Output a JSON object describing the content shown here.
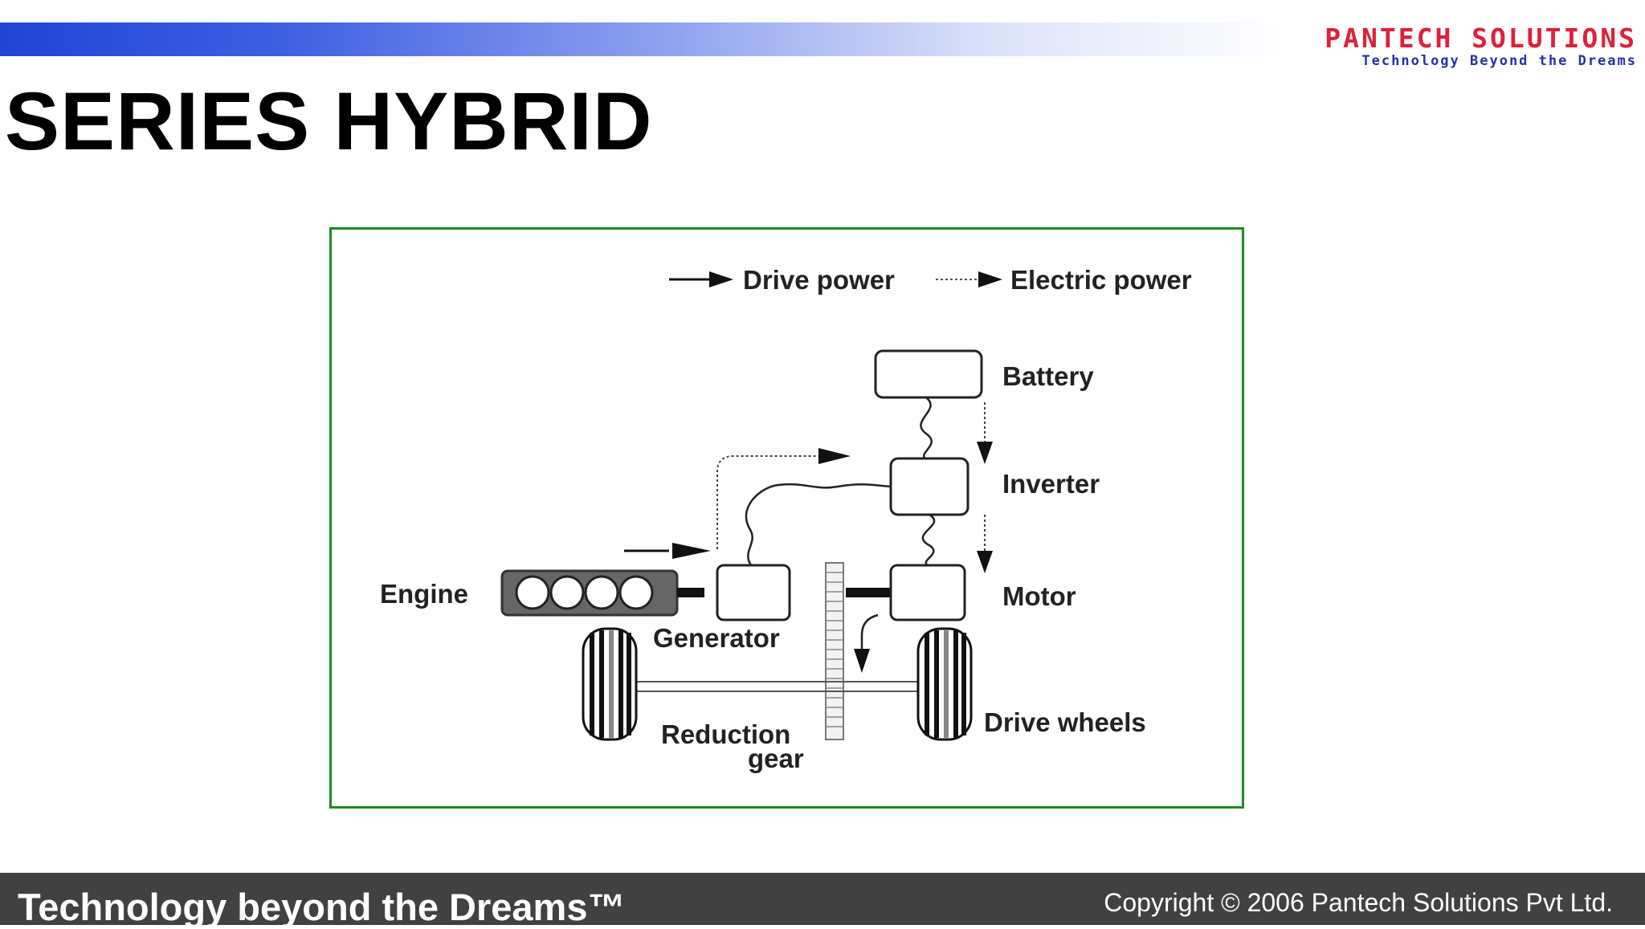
{
  "header": {
    "logo_name": "Pantech Solutions",
    "logo_tagline": "Technology Beyond the Dreams"
  },
  "slide": {
    "title": "SERIES HYBRID"
  },
  "diagram": {
    "legend": {
      "drive_power": "Drive power",
      "electric_power": "Electric power"
    },
    "labels": {
      "battery": "Battery",
      "inverter": "Inverter",
      "motor": "Motor",
      "engine": "Engine",
      "generator": "Generator",
      "drive_wheels": "Drive wheels",
      "reduction_gear_line1": "Reduction",
      "reduction_gear_line2": "gear"
    }
  },
  "footer": {
    "tagline": "Technology beyond the Dreams™",
    "copyright": "Copyright © 2006 Pantech Solutions Pvt Ltd."
  },
  "colors": {
    "top_bar_start": "#1f45d6",
    "logo_red": "#e0203a",
    "logo_blue": "#2233aa",
    "diagram_border": "#1e8a1e",
    "footer_bg": "#414141"
  }
}
